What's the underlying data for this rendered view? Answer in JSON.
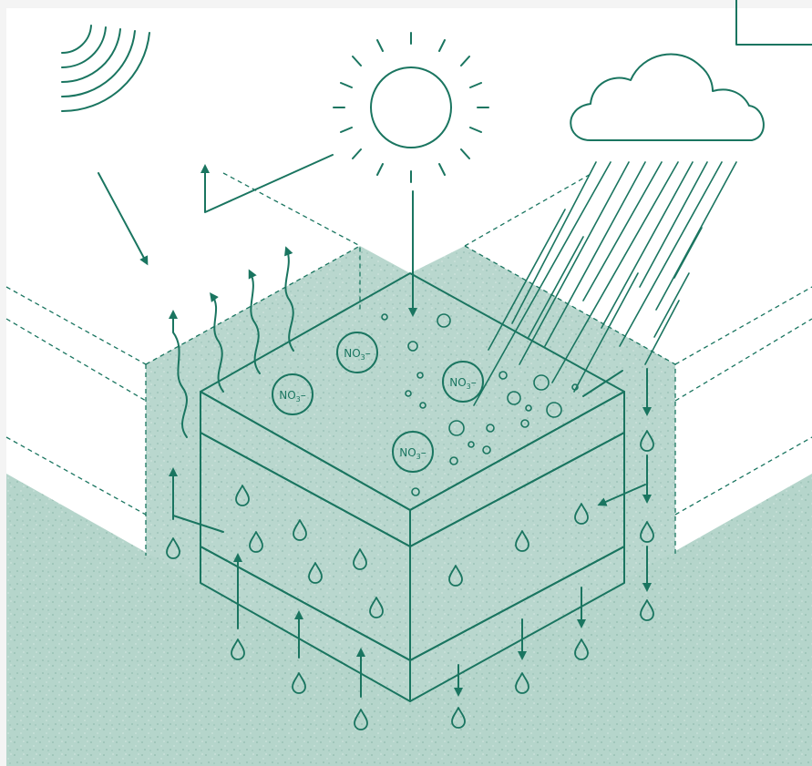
{
  "diagram": {
    "nitrate_labels": [
      {
        "formula": "NO",
        "subscript": "3",
        "charge": "–"
      },
      {
        "formula": "NO",
        "subscript": "3",
        "charge": "–"
      },
      {
        "formula": "NO",
        "subscript": "3",
        "charge": "–"
      },
      {
        "formula": "NO",
        "subscript": "3",
        "charge": "–"
      }
    ]
  },
  "colors": {
    "ink": "#1a7560",
    "ground": "#b5d5cb",
    "background": "#f4f4f4",
    "surface": "#ffffff"
  },
  "icons": [
    "radiation-waves-icon",
    "sun-icon",
    "cloud-icon",
    "rain-icon",
    "drop-icon",
    "arrow-icon",
    "bubble-icon"
  ]
}
